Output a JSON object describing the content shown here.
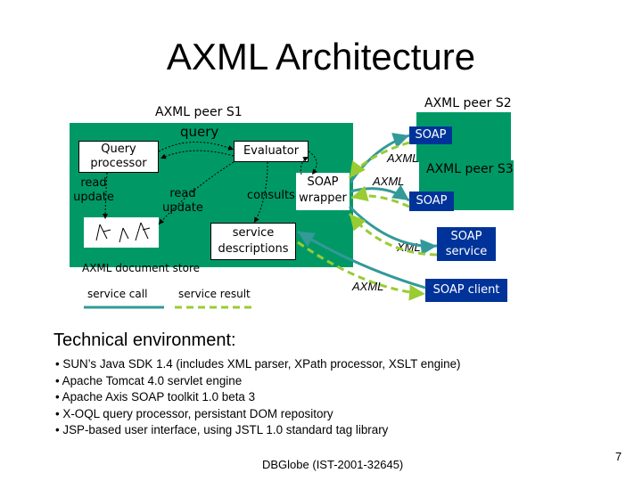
{
  "title": "AXML Architecture",
  "diagram": {
    "peer_s1_label": "AXML peer S1",
    "peer_s2_label": "AXML peer S2",
    "peer_s3_label": "AXML peer S3",
    "query_processor": "Query processor",
    "query": "query",
    "evaluator": "Evaluator",
    "read_update_left": "read update",
    "read_update_mid": "read update",
    "consults": "consults",
    "soap_wrapper": "SOAP wrapper",
    "service_descriptions": "service descriptions",
    "document_store": "AXML document store",
    "soap_s2": "SOAP",
    "soap_s3": "SOAP",
    "soap_service": "SOAP service",
    "soap_client": "SOAP client",
    "axml_1": "AXML",
    "axml_2": "AXML",
    "xml": "XML",
    "axml_3": "AXML",
    "legend_service_call": "service call",
    "legend_service_result": "service result",
    "colors": {
      "peer_box": "#009966",
      "soap_box": "#003399",
      "service_call_arrow": "#339999",
      "service_result_arrow": "#99CC33"
    }
  },
  "technical": {
    "heading": "Technical environment:",
    "items": [
      "• SUN’s Java SDK 1.4 (includes XML parser, XPath processor, XSLT engine)",
      "• Apache Tomcat 4.0 servlet engine",
      "• Apache Axis SOAP toolkit 1.0 beta 3",
      "• X-OQL query processor, persistant DOM repository",
      "• JSP-based user interface, using JSTL 1.0 standard tag library"
    ]
  },
  "footer": "DBGlobe (IST-2001-32645)",
  "page_number": "7"
}
